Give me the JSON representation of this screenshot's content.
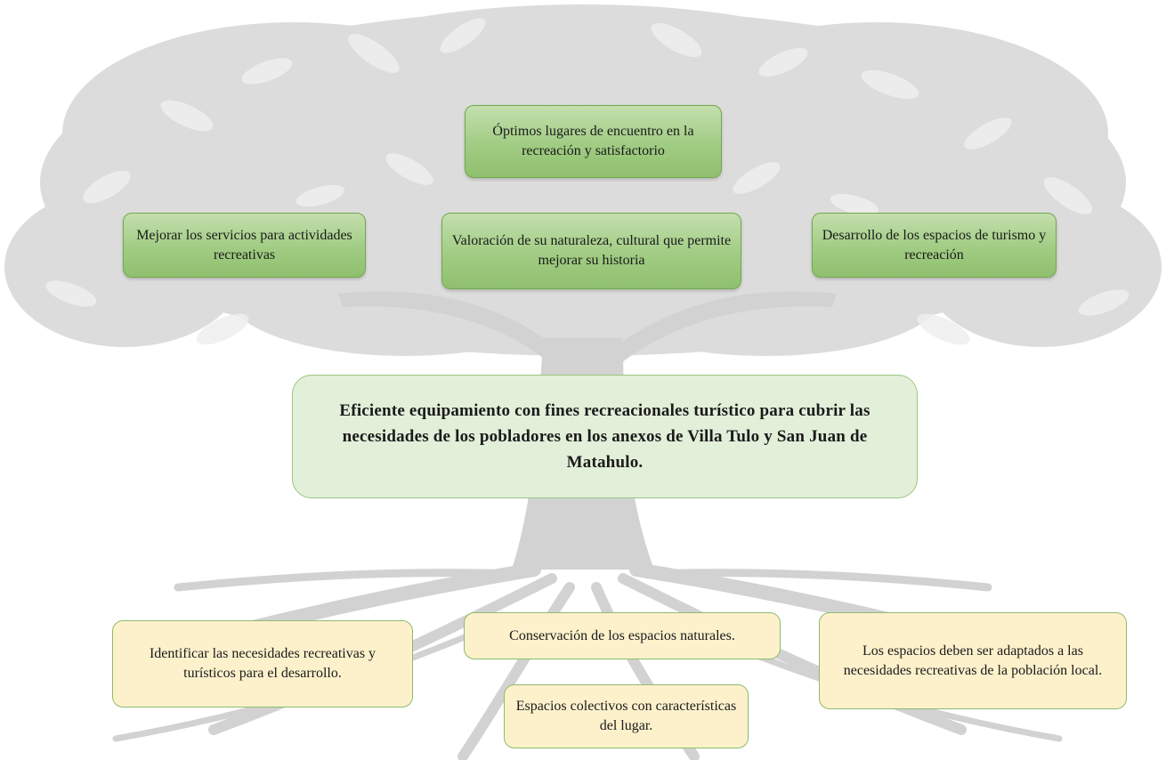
{
  "diagram": {
    "effects": [
      {
        "id": "effect-top",
        "text": "Óptimos lugares de encuentro en la recreación y satisfactorio"
      },
      {
        "id": "effect-left",
        "text": "Mejorar los servicios para actividades recreativas"
      },
      {
        "id": "effect-middle",
        "text": "Valoración de su naturaleza, cultural que permite mejorar su historia"
      },
      {
        "id": "effect-right",
        "text": "Desarrollo de los espacios de turismo y recreación"
      }
    ],
    "central": {
      "text": "Eficiente equipamiento con fines recreacionales turístico para cubrir las necesidades de los pobladores en los anexos de Villa Tulo y San Juan de Matahulo."
    },
    "causes": [
      {
        "id": "cause-left",
        "text": "Identificar las necesidades recreativas y turísticos para el desarrollo."
      },
      {
        "id": "cause-middle-top",
        "text": "Conservación de los espacios naturales."
      },
      {
        "id": "cause-middle-bottom",
        "text": "Espacios colectivos con características del lugar."
      },
      {
        "id": "cause-right",
        "text": "Los espacios deben ser adaptados a las necesidades recreativas de la población local."
      }
    ],
    "colors": {
      "effect_fill": "#a1cc83",
      "central_fill": "#e2efd9",
      "cause_fill": "#fdf1cc",
      "tree_gray": "#d4d4d4"
    }
  }
}
